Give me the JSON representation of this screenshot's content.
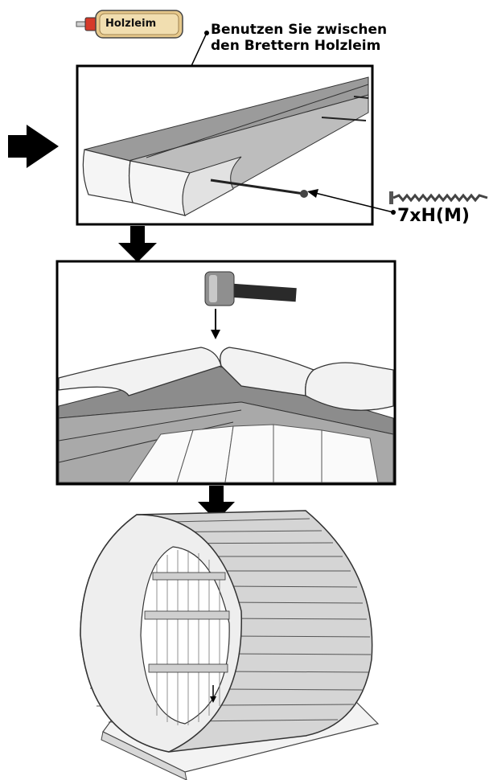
{
  "glue": {
    "bottle_label": "Holzleim",
    "note_line1": "Benutzen Sie zwischen",
    "note_line2": "den Brettern Holzleim"
  },
  "screw": {
    "code": "7xH(M)"
  }
}
